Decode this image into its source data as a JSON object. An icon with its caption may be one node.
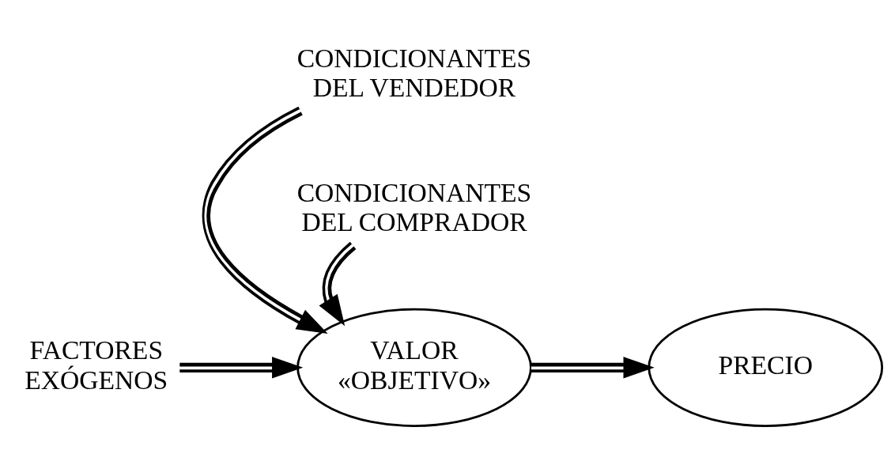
{
  "diagram": {
    "nodes": [
      {
        "text": [
          "CONDICIONANTES DEL VENDEDOR"
        ]
      },
      {
        "text": [
          "FACTORES EXÓGENOS"
        ]
      },
      {
        "text": [
          "VALOR «OBJETIVO»"
        ]
      },
      {
        "text": [
          "PRECIO"
        ]
      },
      {
        "text": [
          "CONDICIONANTES DEL COMPRADOR"
        ]
      }
    ],
    "edges": [
      {
        "from": 0,
        "to": 2,
        "arrow": "to"
      },
      {
        "from": 1,
        "to": 2,
        "arrow": "to"
      },
      {
        "from": 2,
        "to": 3,
        "arrow": "to"
      },
      {
        "from": 4,
        "to": 2,
        "arrow": "to"
      }
    ]
  }
}
